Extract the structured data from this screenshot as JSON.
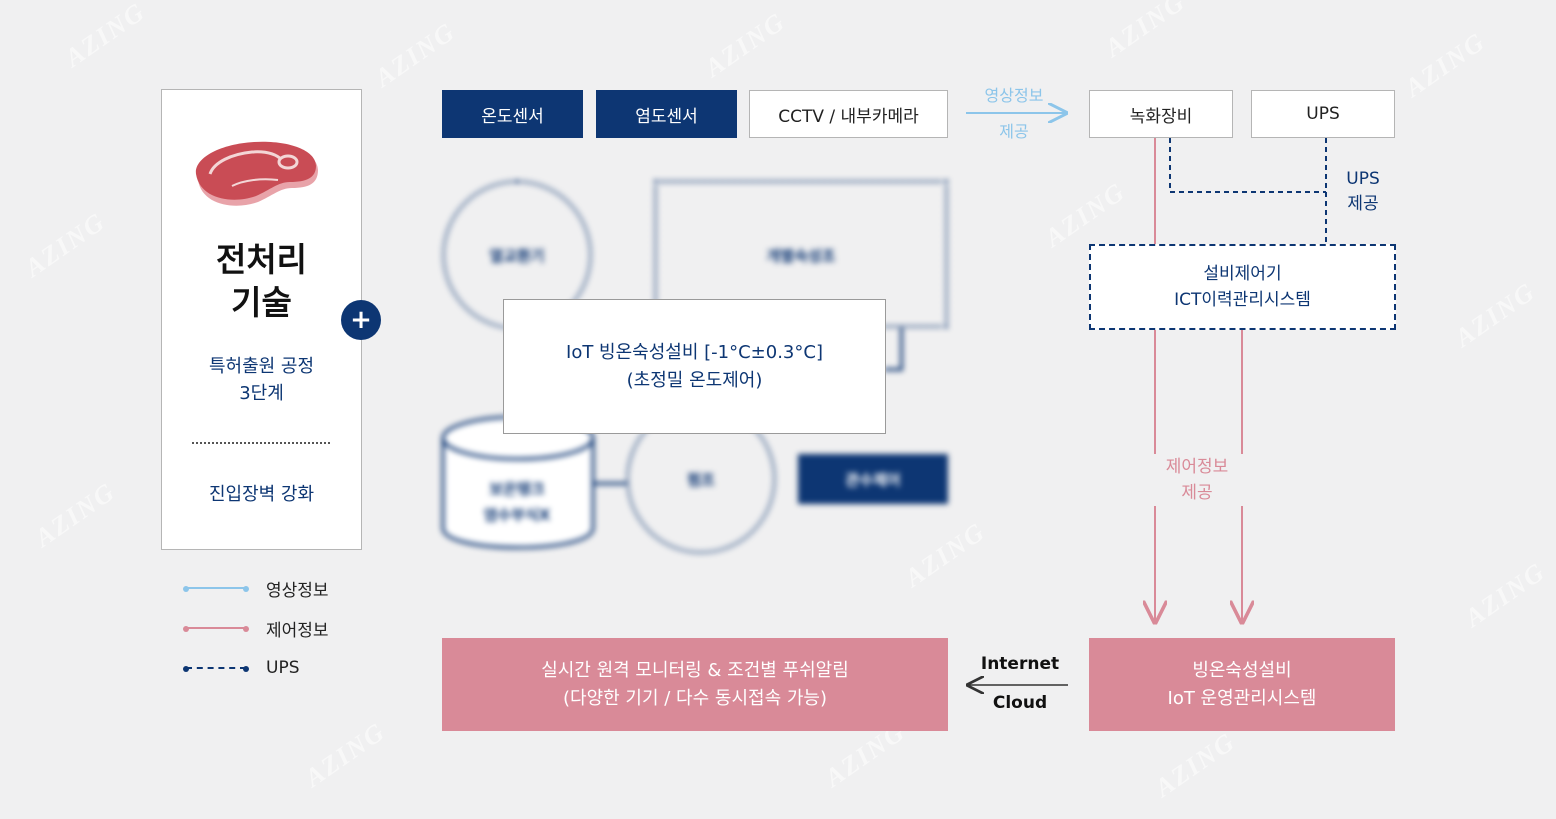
{
  "left_card": {
    "title_line1": "전처리",
    "title_line2": "기술",
    "sub1_line1": "특허출원 공정",
    "sub1_line2": "3단계",
    "sub2": "진입장벽 강화",
    "plus": "+"
  },
  "legend": [
    {
      "label": "영상정보",
      "color": "#8cc5ea"
    },
    {
      "label": "제어정보",
      "color": "#d98a98"
    },
    {
      "label": "UPS",
      "color": "#0d3673"
    }
  ],
  "top_row": {
    "temp_sensor": "온도센서",
    "salt_sensor": "염도센서",
    "cctv": "CCTV / 내부카메라"
  },
  "video_arrow": {
    "line1": "영상정보",
    "line2": "제공"
  },
  "recorder": "녹화장비",
  "ups": "UPS",
  "ups_label": {
    "line1": "UPS",
    "line2": "제공"
  },
  "controller": {
    "line1": "설비제어기",
    "line2": "ICT이력관리시스템"
  },
  "control_label": {
    "line1": "제어정보",
    "line2": "제공"
  },
  "iot_box": {
    "line1": "IoT 빙온숙성설비 [-1°C±0.3°C]",
    "line2": "(초정밀 온도제어)"
  },
  "blurred": {
    "circle1": "열교환기",
    "rect1": "개별숙성조",
    "tank_line1": "보온탱크",
    "tank_line2": "염수부식X",
    "pump": "펌프",
    "watering": "관수제어"
  },
  "monitor": {
    "line1": "실시간 원격 모니터링 & 조건별 푸쉬알림",
    "line2": "(다양한 기기 / 다수 동시접속 가능)"
  },
  "cloud_arrow": {
    "line1": "Internet",
    "line2": "Cloud"
  },
  "iot_system": {
    "line1": "빙온숙성설비",
    "line2": "IoT 운영관리시스템"
  },
  "watermark": "AZING",
  "colors": {
    "navy": "#0d3673",
    "pink": "#d98a98",
    "light_blue": "#8cc5ea",
    "background": "#f0f0f1"
  }
}
